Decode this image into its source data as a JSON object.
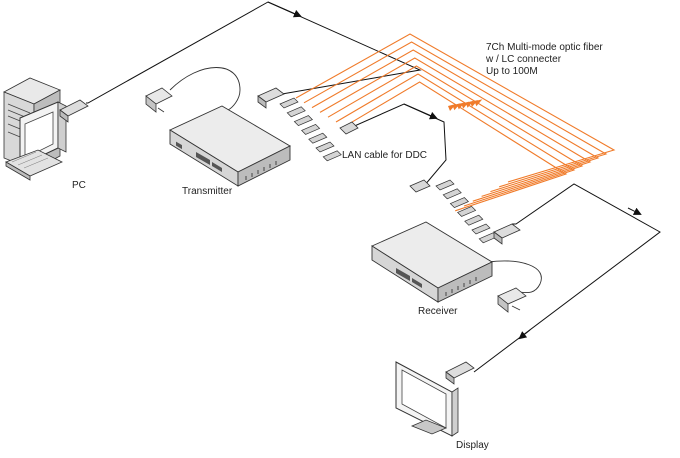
{
  "labels": {
    "pc": "PC",
    "transmitter": "Transmitter",
    "receiver": "Receiver",
    "display": "Display",
    "lan": "LAN cable for DDC"
  },
  "fiber_note": {
    "line1": "7Ch Multi-mode optic fiber",
    "line2": "w / LC connecter",
    "line3": "Up to 100M"
  },
  "colors": {
    "fiber": "#f07b2a",
    "line": "#111111",
    "device_top": "#ececec",
    "device_side": "#c9c9c9",
    "device_dark": "#555555"
  },
  "fiber_channel_count": 7
}
